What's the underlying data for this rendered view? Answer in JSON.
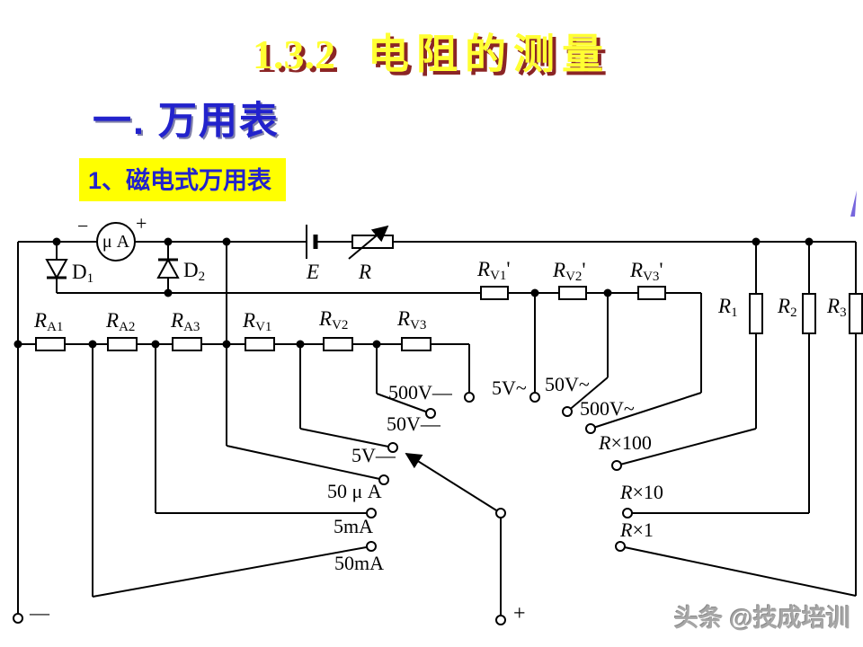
{
  "slide": {
    "title_number": "1.3.2",
    "title_text": "电阻的测量",
    "section_heading": "一. 万用表",
    "subsection_heading": "1、磁电式万用表",
    "watermark": "头条 @技成培训"
  },
  "colors": {
    "title_fill": "#ffff33",
    "title_shadow": "#8b2525",
    "heading_blue": "#2222cc",
    "highlight_yellow": "#ffff00",
    "watermark_gray": "#a6a6a6"
  },
  "circuit": {
    "meter": {
      "label": "μ A",
      "minus": "−",
      "plus": "+"
    },
    "labels": {
      "d1": {
        "main": "D",
        "sub": "1"
      },
      "d2": {
        "main": "D",
        "sub": "2"
      },
      "e": {
        "main": "E"
      },
      "r": {
        "main": "R"
      },
      "rv1p": {
        "main": "R",
        "sub": "V1",
        "suffix": "'"
      },
      "rv2p": {
        "main": "R",
        "sub": "V2",
        "suffix": "'"
      },
      "rv3p": {
        "main": "R",
        "sub": "V3",
        "suffix": "'"
      },
      "r1": {
        "main": "R",
        "sub": "1"
      },
      "r2": {
        "main": "R",
        "sub": "2"
      },
      "r3": {
        "main": "R",
        "sub": "3"
      },
      "ra1": {
        "main": "R",
        "sub": "A1"
      },
      "ra2": {
        "main": "R",
        "sub": "A2"
      },
      "ra3": {
        "main": "R",
        "sub": "A3"
      },
      "rv1": {
        "main": "R",
        "sub": "V1"
      },
      "rv2": {
        "main": "R",
        "sub": "V2"
      },
      "rv3": {
        "main": "R",
        "sub": "V3"
      }
    },
    "ranges": {
      "dc_500v": "500V—",
      "dc_50v": "50V—",
      "dc_5v": "5V—",
      "ua_50": "50 μ A",
      "ma_5": "5mA",
      "ma_50": "50mA",
      "ac_5v": "5V~",
      "ac_50v": "50V~",
      "ac_500v": "500V~",
      "ohm_x100": {
        "main": "R",
        "mult": "×100"
      },
      "ohm_x10": {
        "main": "R",
        "mult": "×10"
      },
      "ohm_x1": {
        "main": "R",
        "mult": "×1"
      }
    },
    "terminals": {
      "minus": "—",
      "plus": "+"
    }
  }
}
